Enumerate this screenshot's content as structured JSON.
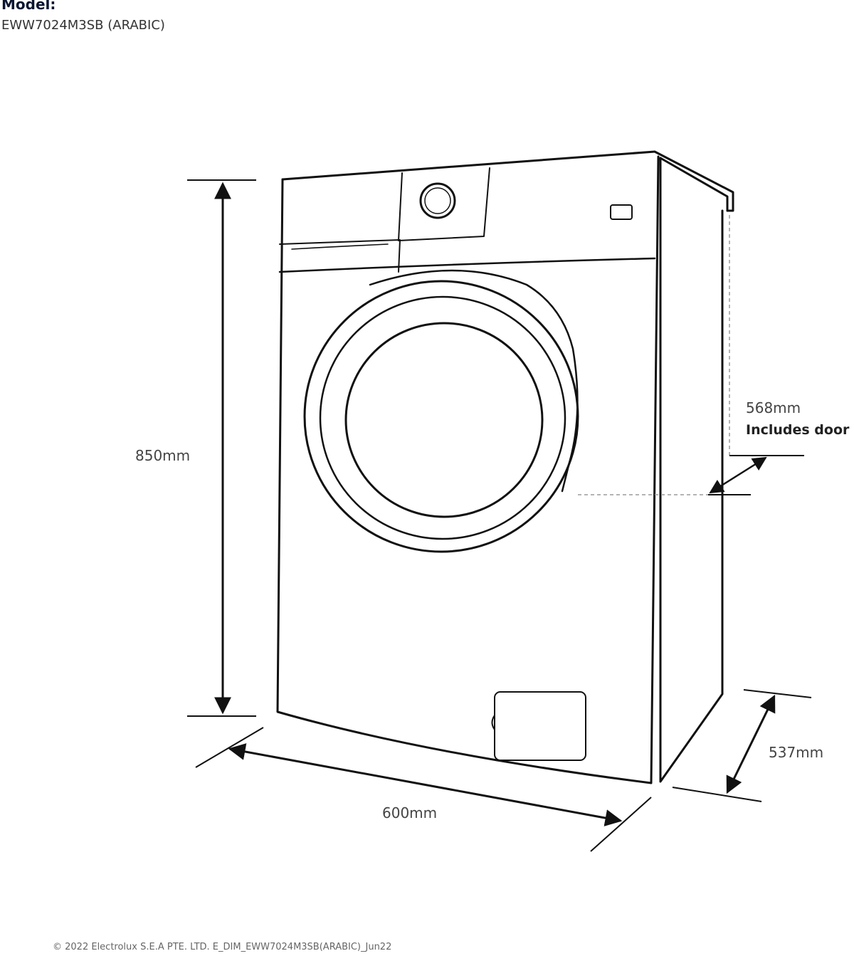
{
  "header": {
    "model_label": "Model:",
    "model_code": "EWW7024M3SB (ARABIC)"
  },
  "dimensions": {
    "height": "850mm",
    "width": "600mm",
    "depth_with_door": "568mm",
    "depth_with_door_note": "Includes door",
    "depth": "537mm"
  },
  "footer": {
    "copyright": "© 2022 Electrolux S.E.A PTE. LTD. E_DIM_EWW7024M3SB(ARABIC)_Jun22"
  },
  "colors": {
    "line": "#111111",
    "dashed": "#9a9a9a",
    "text": "#444444",
    "model_label": "#0b1530"
  }
}
